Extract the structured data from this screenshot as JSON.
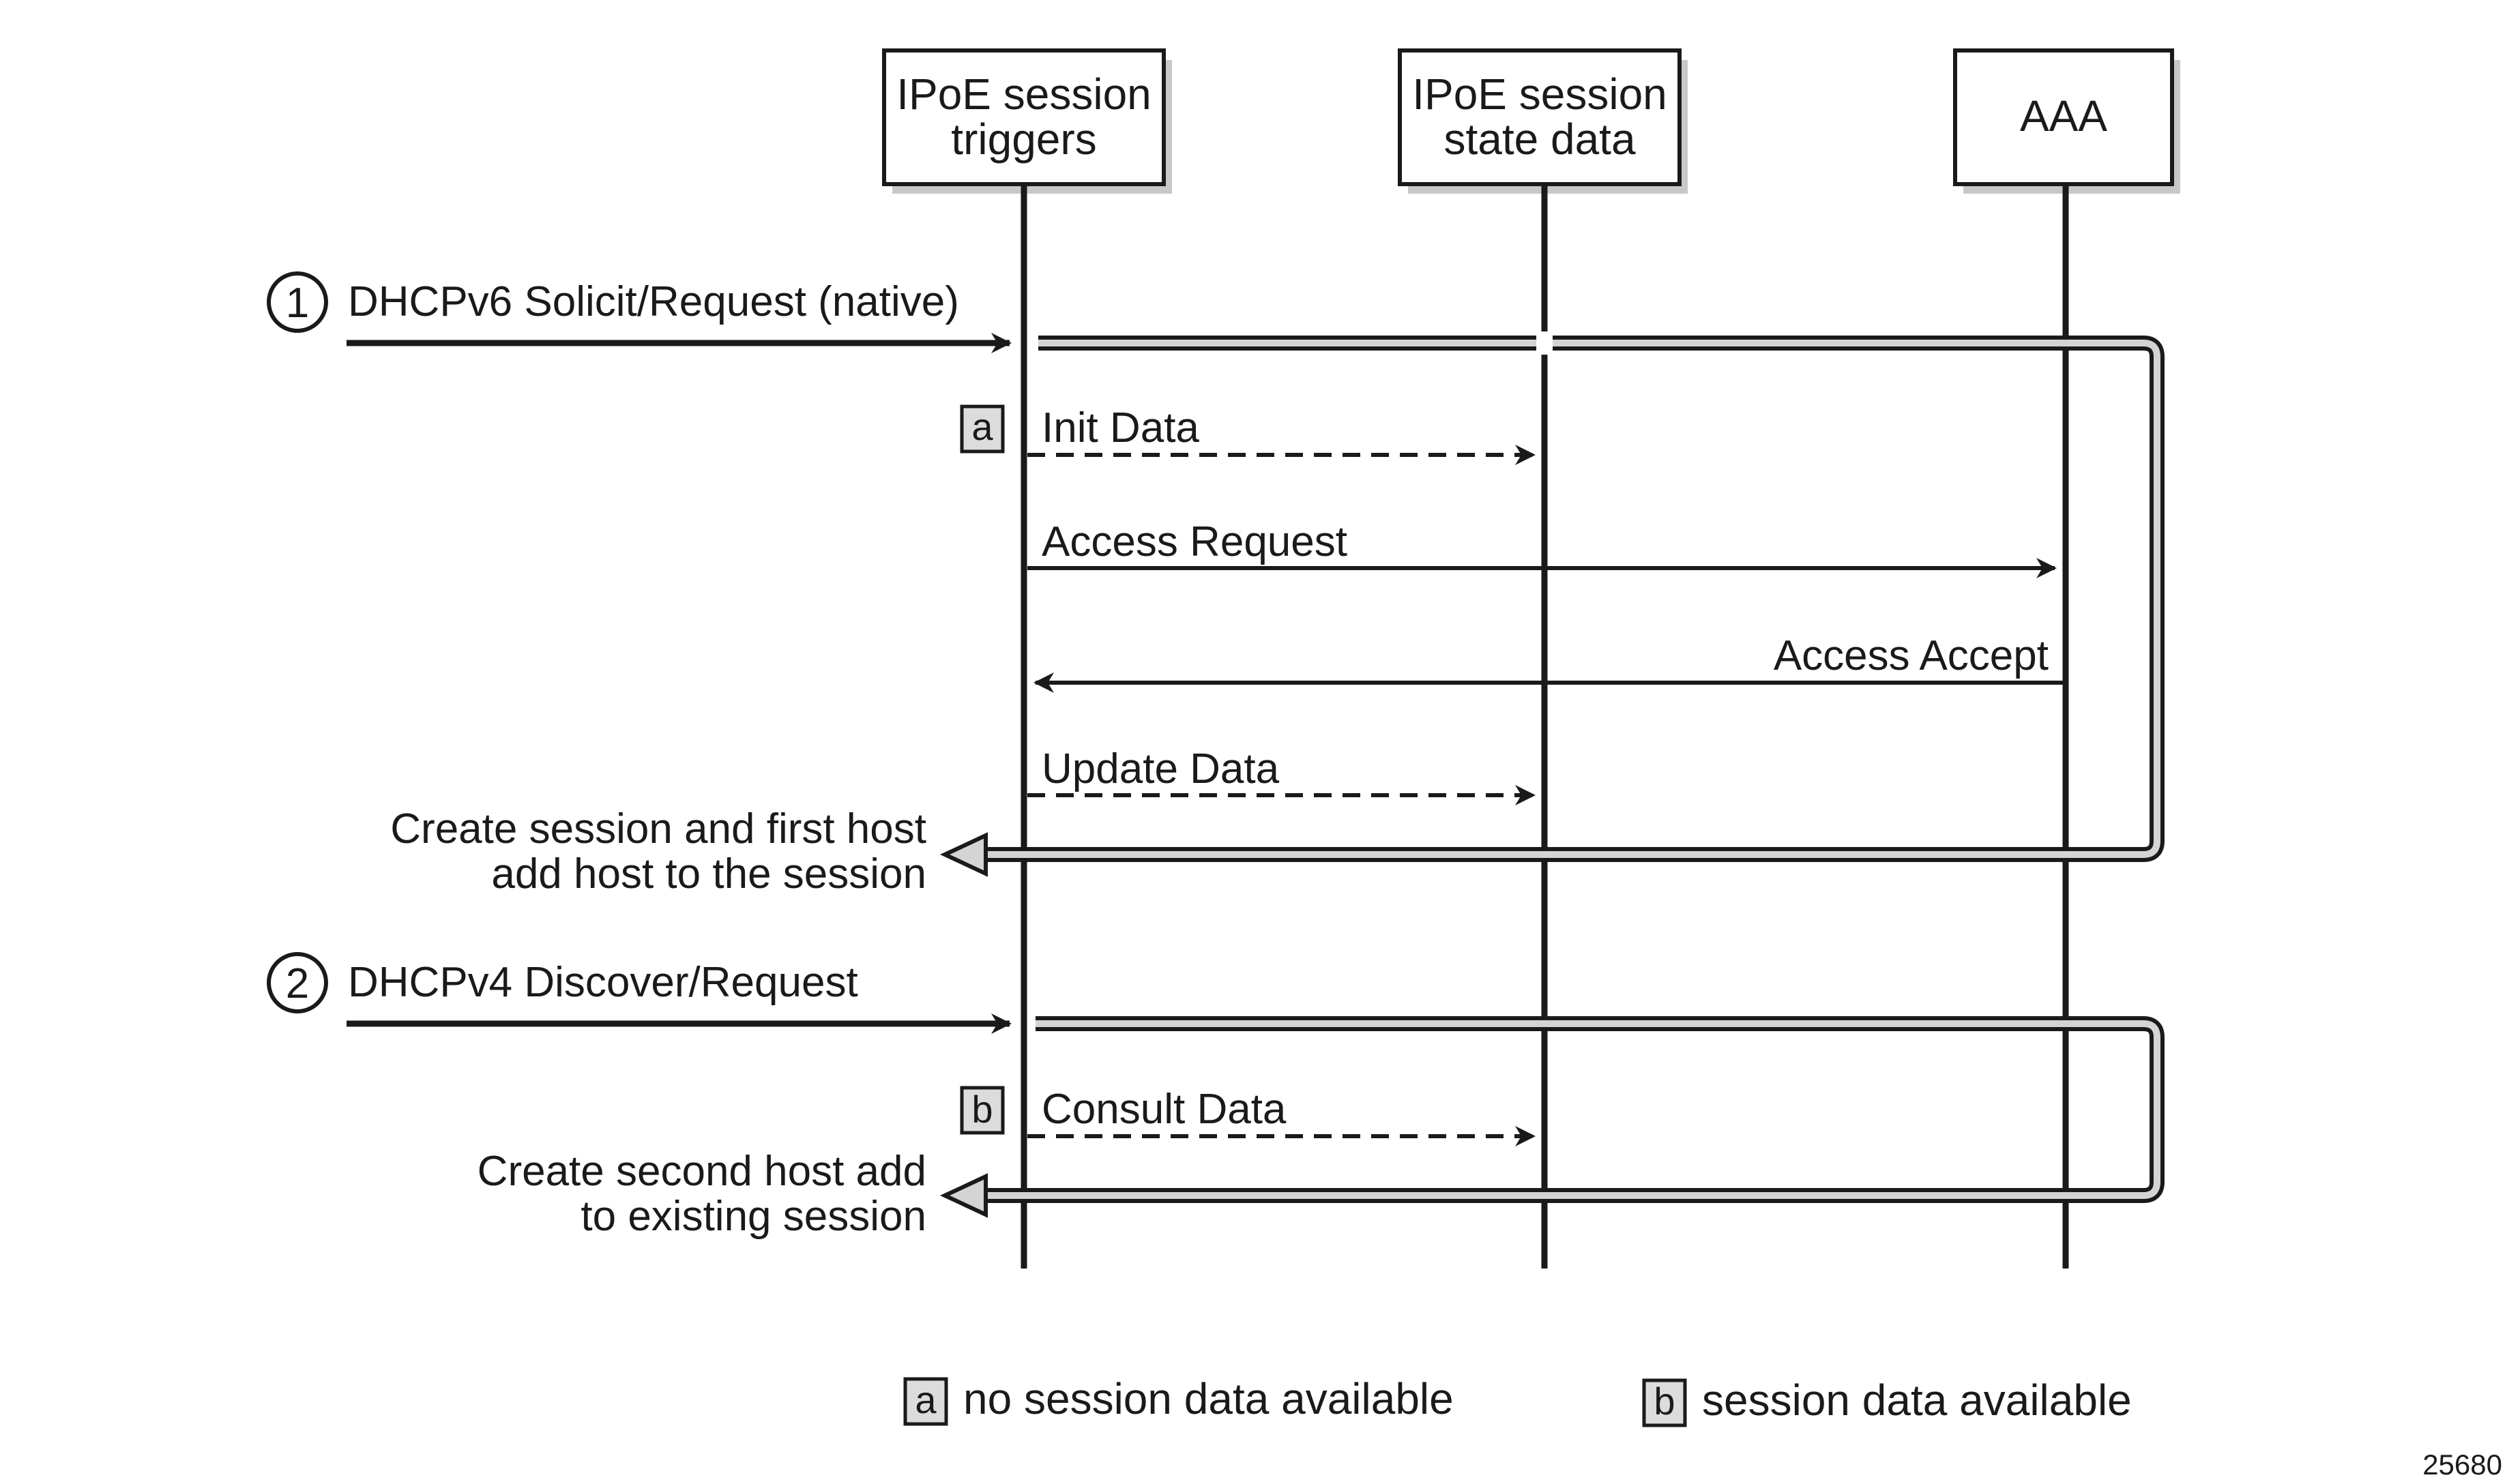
{
  "participants": [
    {
      "line1": "IPoE session",
      "line2": "triggers"
    },
    {
      "line1": "IPoE session",
      "line2": "state data"
    },
    {
      "line1": "AAA",
      "line2": ""
    }
  ],
  "steps": [
    {
      "number": "1",
      "label": "DHCPv6 Solicit/Request (native)"
    },
    {
      "number": "2",
      "label": "DHCPv4 Discover/Request"
    }
  ],
  "messages": {
    "init_data": "Init Data",
    "access_request": "Access Request",
    "access_accept": "Access Accept",
    "update_data": "Update Data",
    "consult_data": "Consult Data"
  },
  "tags": {
    "a": "a",
    "b": "b"
  },
  "results": {
    "first": {
      "line1": "Create session and first host",
      "line2": "add host to the session"
    },
    "second": {
      "line1": "Create second host add",
      "line2": "to existing session"
    }
  },
  "legend": {
    "a_key": "a",
    "a_text": "no session data available",
    "b_key": "b",
    "b_text": "session data available"
  },
  "figure_id": "25680",
  "colors": {
    "line": "#1a1a1a",
    "shadow": "#c8c8c8",
    "tag_fill": "#dcdcdc",
    "band_fill": "#d4d4d4"
  }
}
